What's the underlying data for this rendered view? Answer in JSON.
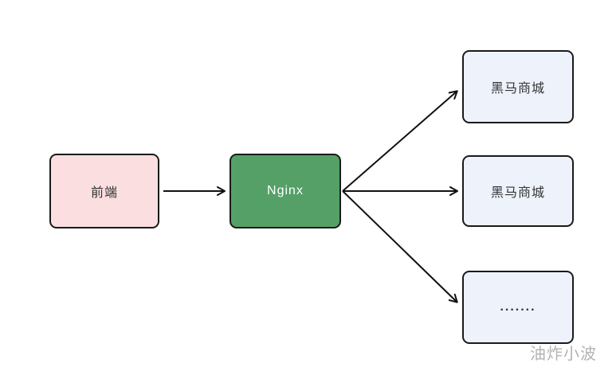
{
  "diagram": {
    "border_color": "#1a1a1a",
    "arrow_color": "#111111",
    "background": "#ffffff",
    "nodes": [
      {
        "id": "frontend",
        "label": "前端",
        "fill": "#fbdee0",
        "text_color": "#333333"
      },
      {
        "id": "nginx",
        "label": "Nginx",
        "fill": "#55a066",
        "text_color": "#ffffff"
      },
      {
        "id": "mall-1",
        "label": "黑马商城",
        "fill": "#edf2fb",
        "text_color": "#333333"
      },
      {
        "id": "mall-2",
        "label": "黑马商城",
        "fill": "#edf2fb",
        "text_color": "#333333"
      },
      {
        "id": "more",
        "label": ".......",
        "fill": "#edf2fb",
        "text_color": "#333333"
      }
    ],
    "edges": [
      {
        "from": "frontend",
        "to": "nginx"
      },
      {
        "from": "nginx",
        "to": "mall-1"
      },
      {
        "from": "nginx",
        "to": "mall-2"
      },
      {
        "from": "nginx",
        "to": "more"
      }
    ]
  },
  "watermark": {
    "text": "油炸小波",
    "color": "#b3b3b3"
  }
}
